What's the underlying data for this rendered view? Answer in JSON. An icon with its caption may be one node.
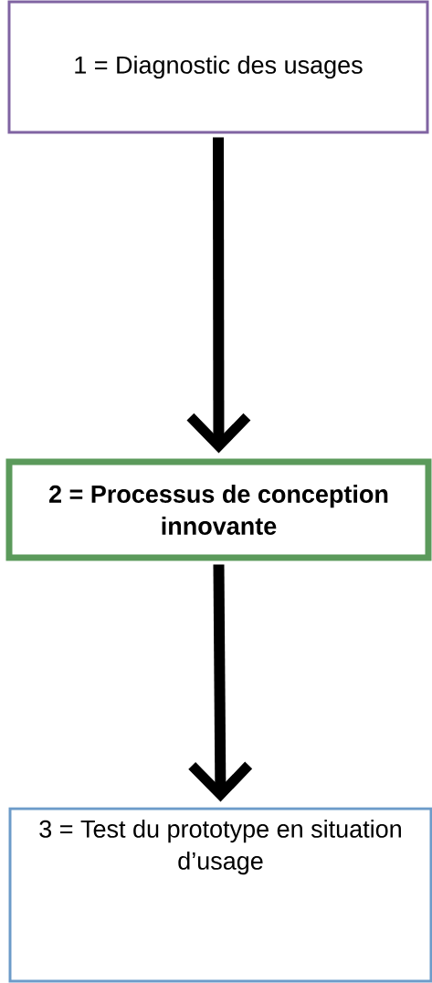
{
  "diagram": {
    "nodes": [
      {
        "text": [
          "1 = Diagnostic des usages"
        ]
      },
      {
        "text": [
          "2 = Processus de conception innovante"
        ]
      },
      {
        "text": [
          "3 = Test du prototype en situation d’usage"
        ]
      }
    ],
    "edges": [
      {
        "from": 0,
        "to": 1,
        "arrow": "to"
      },
      {
        "from": 1,
        "to": 2,
        "arrow": "to"
      }
    ]
  }
}
